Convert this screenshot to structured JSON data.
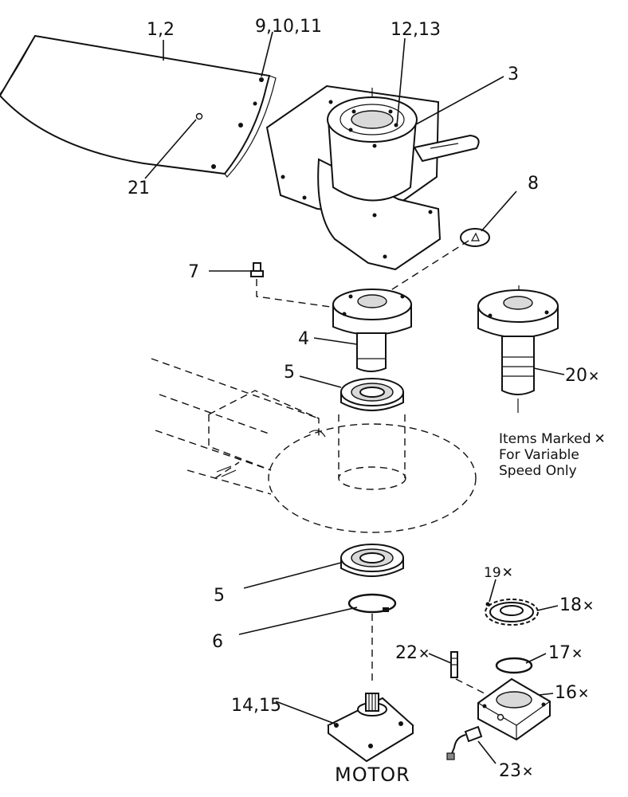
{
  "labels": {
    "blade": "1,2",
    "blade_bolts": "9,10,11",
    "housing_bolts": "12,13",
    "housing": "3",
    "cap": "8",
    "grease_fitting": "7",
    "spindle": "4",
    "upper_bearing": "5",
    "lower_bearing": "5",
    "snap_ring": "6",
    "variable_spindle": "20",
    "blade_hole": "21",
    "set_screw": "19",
    "sprocket": "18",
    "retaining_ring": "17",
    "sensor_housing": "16",
    "stud": "22",
    "sensor": "23",
    "motor_bolts": "14,15",
    "motor": "MOTOR"
  },
  "note": {
    "line1": "Items Marked",
    "line2": "For Variable",
    "line3": "Speed Only"
  },
  "marker_glyph": "✕"
}
